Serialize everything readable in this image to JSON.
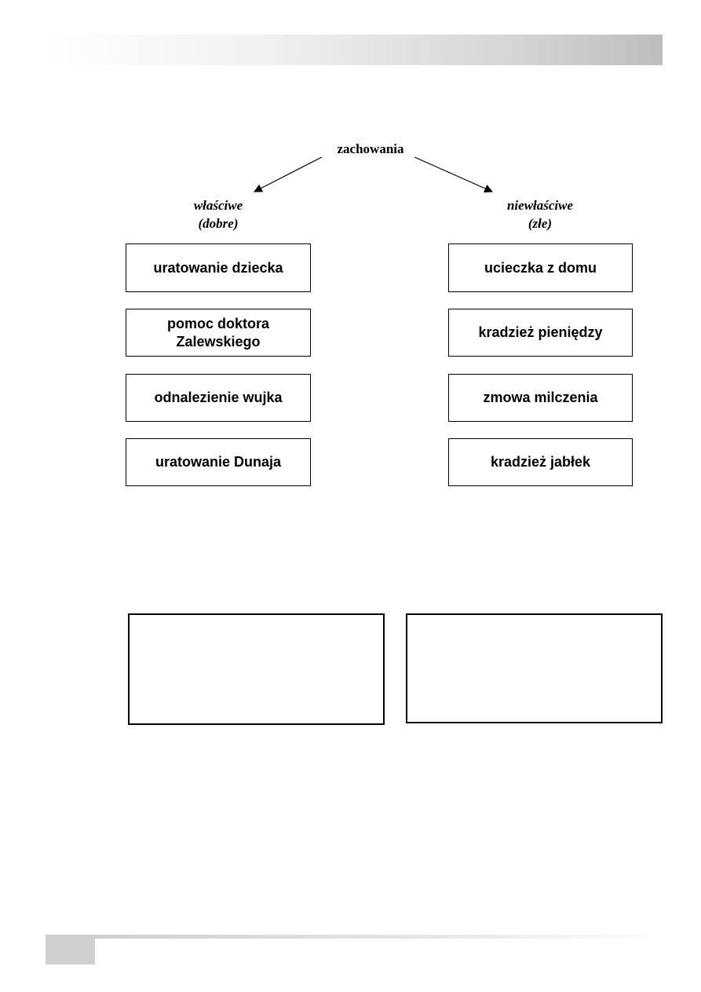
{
  "diagram": {
    "root": "zachowania",
    "branches": [
      {
        "label_line1": "właściwe",
        "label_line2": "(dobre)",
        "items": [
          "uratowanie dziecka",
          "pomoc doktora Zalewskiego",
          "odnalezienie wujka",
          "uratowanie Dunaja"
        ]
      },
      {
        "label_line1": "niewłaściwe",
        "label_line2": "(złe)",
        "items": [
          "ucieczka z domu",
          "kradzież pieniędzy",
          "zmowa milczenia",
          "kradzież jabłek"
        ]
      }
    ]
  }
}
